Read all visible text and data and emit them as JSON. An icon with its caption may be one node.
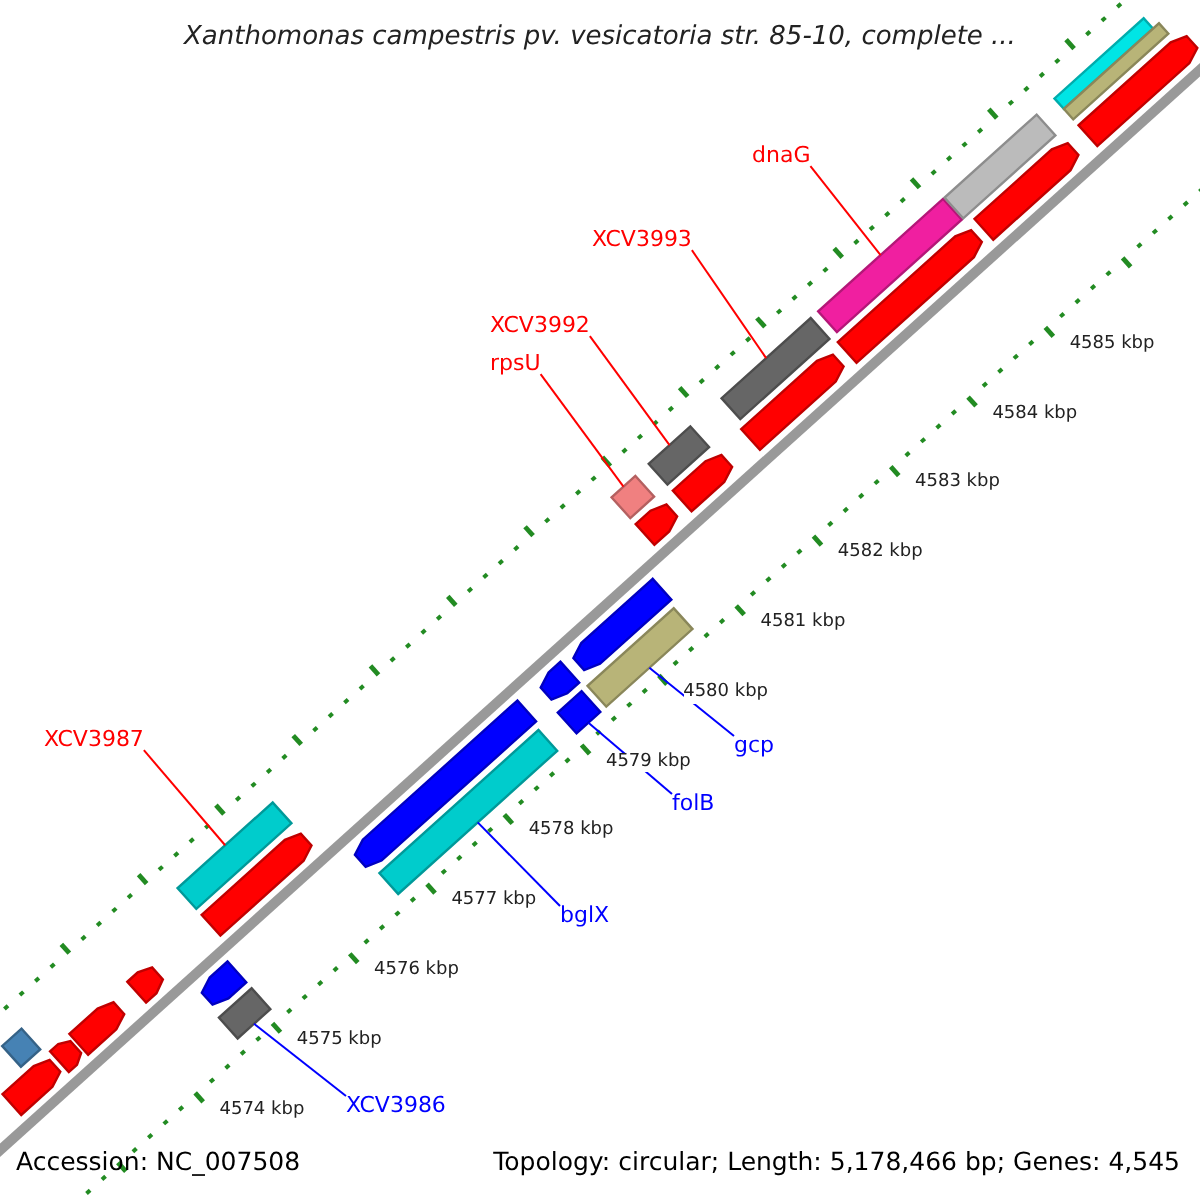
{
  "diagram": {
    "title": "Xanthomonas campestris pv. vesicatoria str. 85-10, complete ...",
    "nodes": [
      {
        "text": [
          "dnaG"
        ]
      },
      {
        "text": [
          "XCV3993"
        ]
      },
      {
        "text": [
          "XCV3992"
        ]
      },
      {
        "text": [
          "rpsU"
        ]
      },
      {
        "text": [
          "XCV3987"
        ]
      },
      {
        "text": [
          "gcp"
        ]
      },
      {
        "text": [
          "folB"
        ]
      },
      {
        "text": [
          "bglX"
        ]
      },
      {
        "text": [
          "XCV3986"
        ]
      },
      {
        "text": [],
        "shape": "bar"
      },
      {
        "text": [],
        "shape": "bar"
      },
      {
        "text": [],
        "shape": "bar"
      },
      {
        "text": [],
        "shape": "bar"
      },
      {
        "text": [],
        "shape": "bar"
      },
      {
        "text": [],
        "shape": "bar"
      },
      {
        "text": [],
        "shape": "bar"
      },
      {
        "text": [],
        "shape": "bar"
      },
      {
        "text": [],
        "shape": "bar"
      },
      {
        "text": [],
        "shape": "bar"
      },
      {
        "text": [],
        "shape": "arrow"
      },
      {
        "text": [],
        "shape": "arrow"
      },
      {
        "text": [],
        "shape": "arrow"
      },
      {
        "text": [],
        "shape": "arrow"
      },
      {
        "text": [],
        "shape": "arrow"
      },
      {
        "text": [],
        "shape": "arrow"
      },
      {
        "text": [],
        "shape": "arrow"
      },
      {
        "text": [],
        "shape": "arrow"
      },
      {
        "text": [],
        "shape": "arrow"
      },
      {
        "text": [],
        "shape": "arrow"
      },
      {
        "text": [],
        "shape": "arrow"
      },
      {
        "text": [],
        "shape": "arrow"
      },
      {
        "text": [],
        "shape": "arrow"
      },
      {
        "text": [],
        "shape": "bar"
      },
      {
        "text": [],
        "shape": "arrow"
      },
      {
        "text": [],
        "shape": "bar"
      },
      {
        "text": [],
        "shape": "bar"
      },
      {
        "text": [],
        "shape": "arrow"
      }
    ],
    "edges": [
      {
        "from": 0,
        "to": 9,
        "arrow": "none",
        "color": "#ff0000"
      },
      {
        "from": 1,
        "to": 10,
        "arrow": "none",
        "color": "#ff0000"
      },
      {
        "from": 2,
        "to": 11,
        "arrow": "none",
        "color": "#ff0000"
      },
      {
        "from": 3,
        "to": 12,
        "arrow": "none",
        "color": "#ff0000"
      },
      {
        "from": 4,
        "to": 13,
        "arrow": "none",
        "color": "#ff0000"
      },
      {
        "from": 5,
        "to": 14,
        "arrow": "none",
        "color": "#0000ff"
      },
      {
        "from": 6,
        "to": 15,
        "arrow": "none",
        "color": "#0000ff"
      },
      {
        "from": 7,
        "to": 16,
        "arrow": "none",
        "color": "#0000ff"
      },
      {
        "from": 8,
        "to": 17,
        "arrow": "none",
        "color": "#0000ff"
      }
    ],
    "labels": [
      "4585 kbp",
      "4584 kbp",
      "4583 kbp",
      "4582 kbp",
      "4581 kbp",
      "4580 kbp",
      "4579 kbp",
      "4578 kbp",
      "4577 kbp",
      "4576 kbp",
      "4575 kbp",
      "4574 kbp",
      "Accession: NC_007508",
      "Topology: circular; Length: 5,178,466 bp; Genes: 4,545"
    ]
  }
}
